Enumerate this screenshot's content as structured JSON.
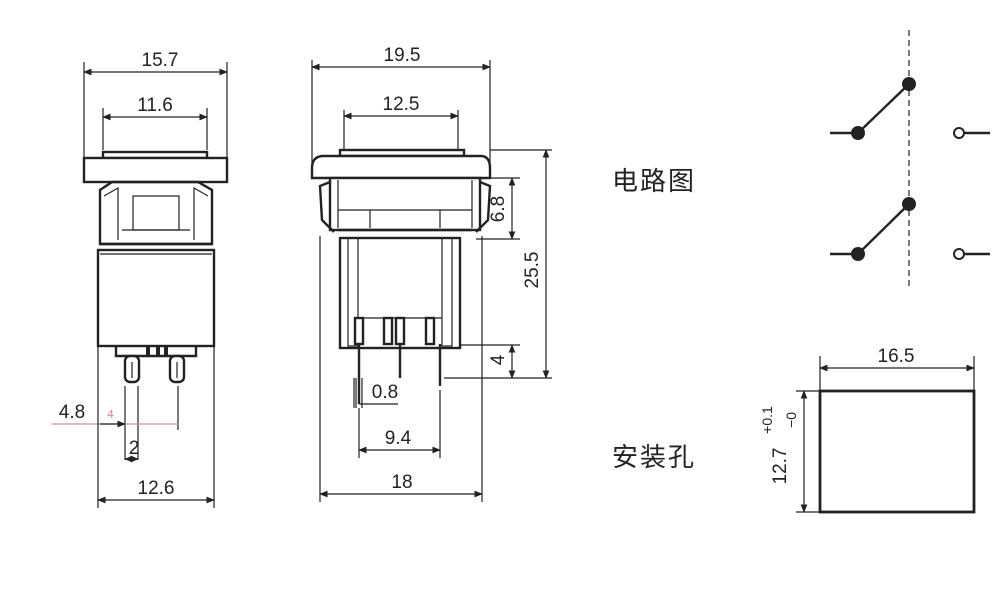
{
  "labels": {
    "circuit_diagram": "电路图",
    "mounting_hole": "安装孔"
  },
  "front_view": {
    "overall_width": "15.7",
    "cap_width": "11.6",
    "pin_offset": "4.8",
    "pin_pitch": "2",
    "body_width": "12.6"
  },
  "side_view": {
    "overall_width": "19.5",
    "cap_width": "12.5",
    "clip_height": "6.8",
    "total_height": "25.5",
    "pin_length": "4",
    "pin_thickness": "0.8",
    "pin_span": "9.4",
    "body_width": "18"
  },
  "mounting_hole": {
    "width": "16.5",
    "height": "12.7",
    "tol_plus": "+0.1",
    "tol_minus": "−0"
  },
  "colors": {
    "line": "#222222",
    "accent": "#d88a9a",
    "background": "#ffffff"
  }
}
